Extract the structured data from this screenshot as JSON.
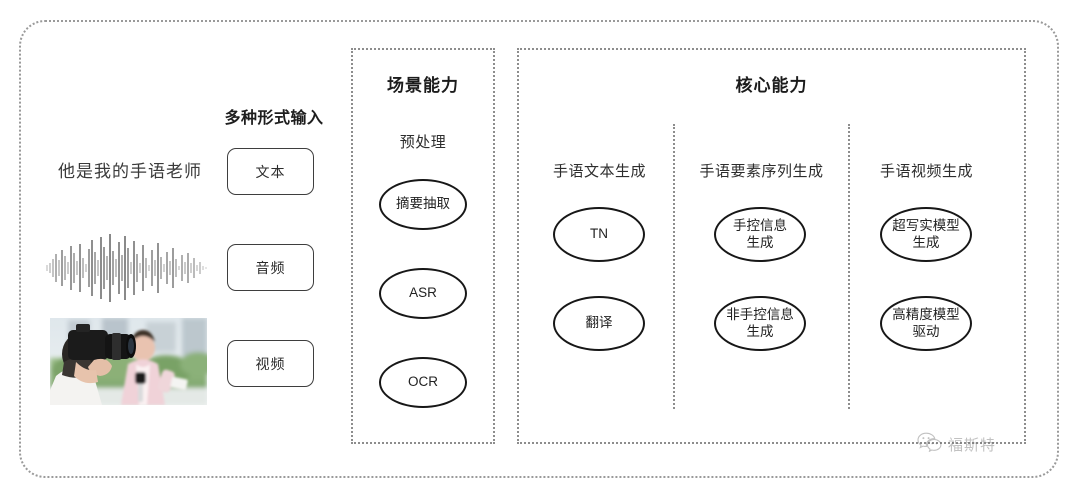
{
  "diagram": {
    "title_hidden": "",
    "input_section": {
      "heading": "多种形式输入",
      "sample_sentence": "他是我的手语老师",
      "modalities": [
        {
          "label": "文本",
          "icon": "text-icon"
        },
        {
          "label": "音频",
          "icon": "waveform-icon"
        },
        {
          "label": "视频",
          "icon": "video-thumbnail-icon"
        }
      ]
    },
    "scene_panel": {
      "title": "场景能力",
      "subheading": "预处理",
      "nodes": [
        "摘要抽取",
        "ASR",
        "OCR"
      ]
    },
    "core_panel": {
      "title": "核心能力",
      "columns": [
        {
          "header": "手语文本生成",
          "nodes": [
            "TN",
            "翻译"
          ]
        },
        {
          "header": "手语要素序列生成",
          "nodes": [
            "手控信息\n生成",
            "非手控信息\n生成"
          ]
        },
        {
          "header": "手语视频生成",
          "nodes": [
            "超写实模型\n生成",
            "高精度模型\n驱动"
          ]
        }
      ]
    },
    "watermark": {
      "icon": "wechat-icon",
      "label": "福斯特"
    },
    "colors": {
      "frame_dotted": "#9a9a9a",
      "panel_dotted": "#8d8d8d",
      "node_stroke": "#171717",
      "text": "#262626",
      "watermark_text": "#6d6d6d"
    }
  }
}
